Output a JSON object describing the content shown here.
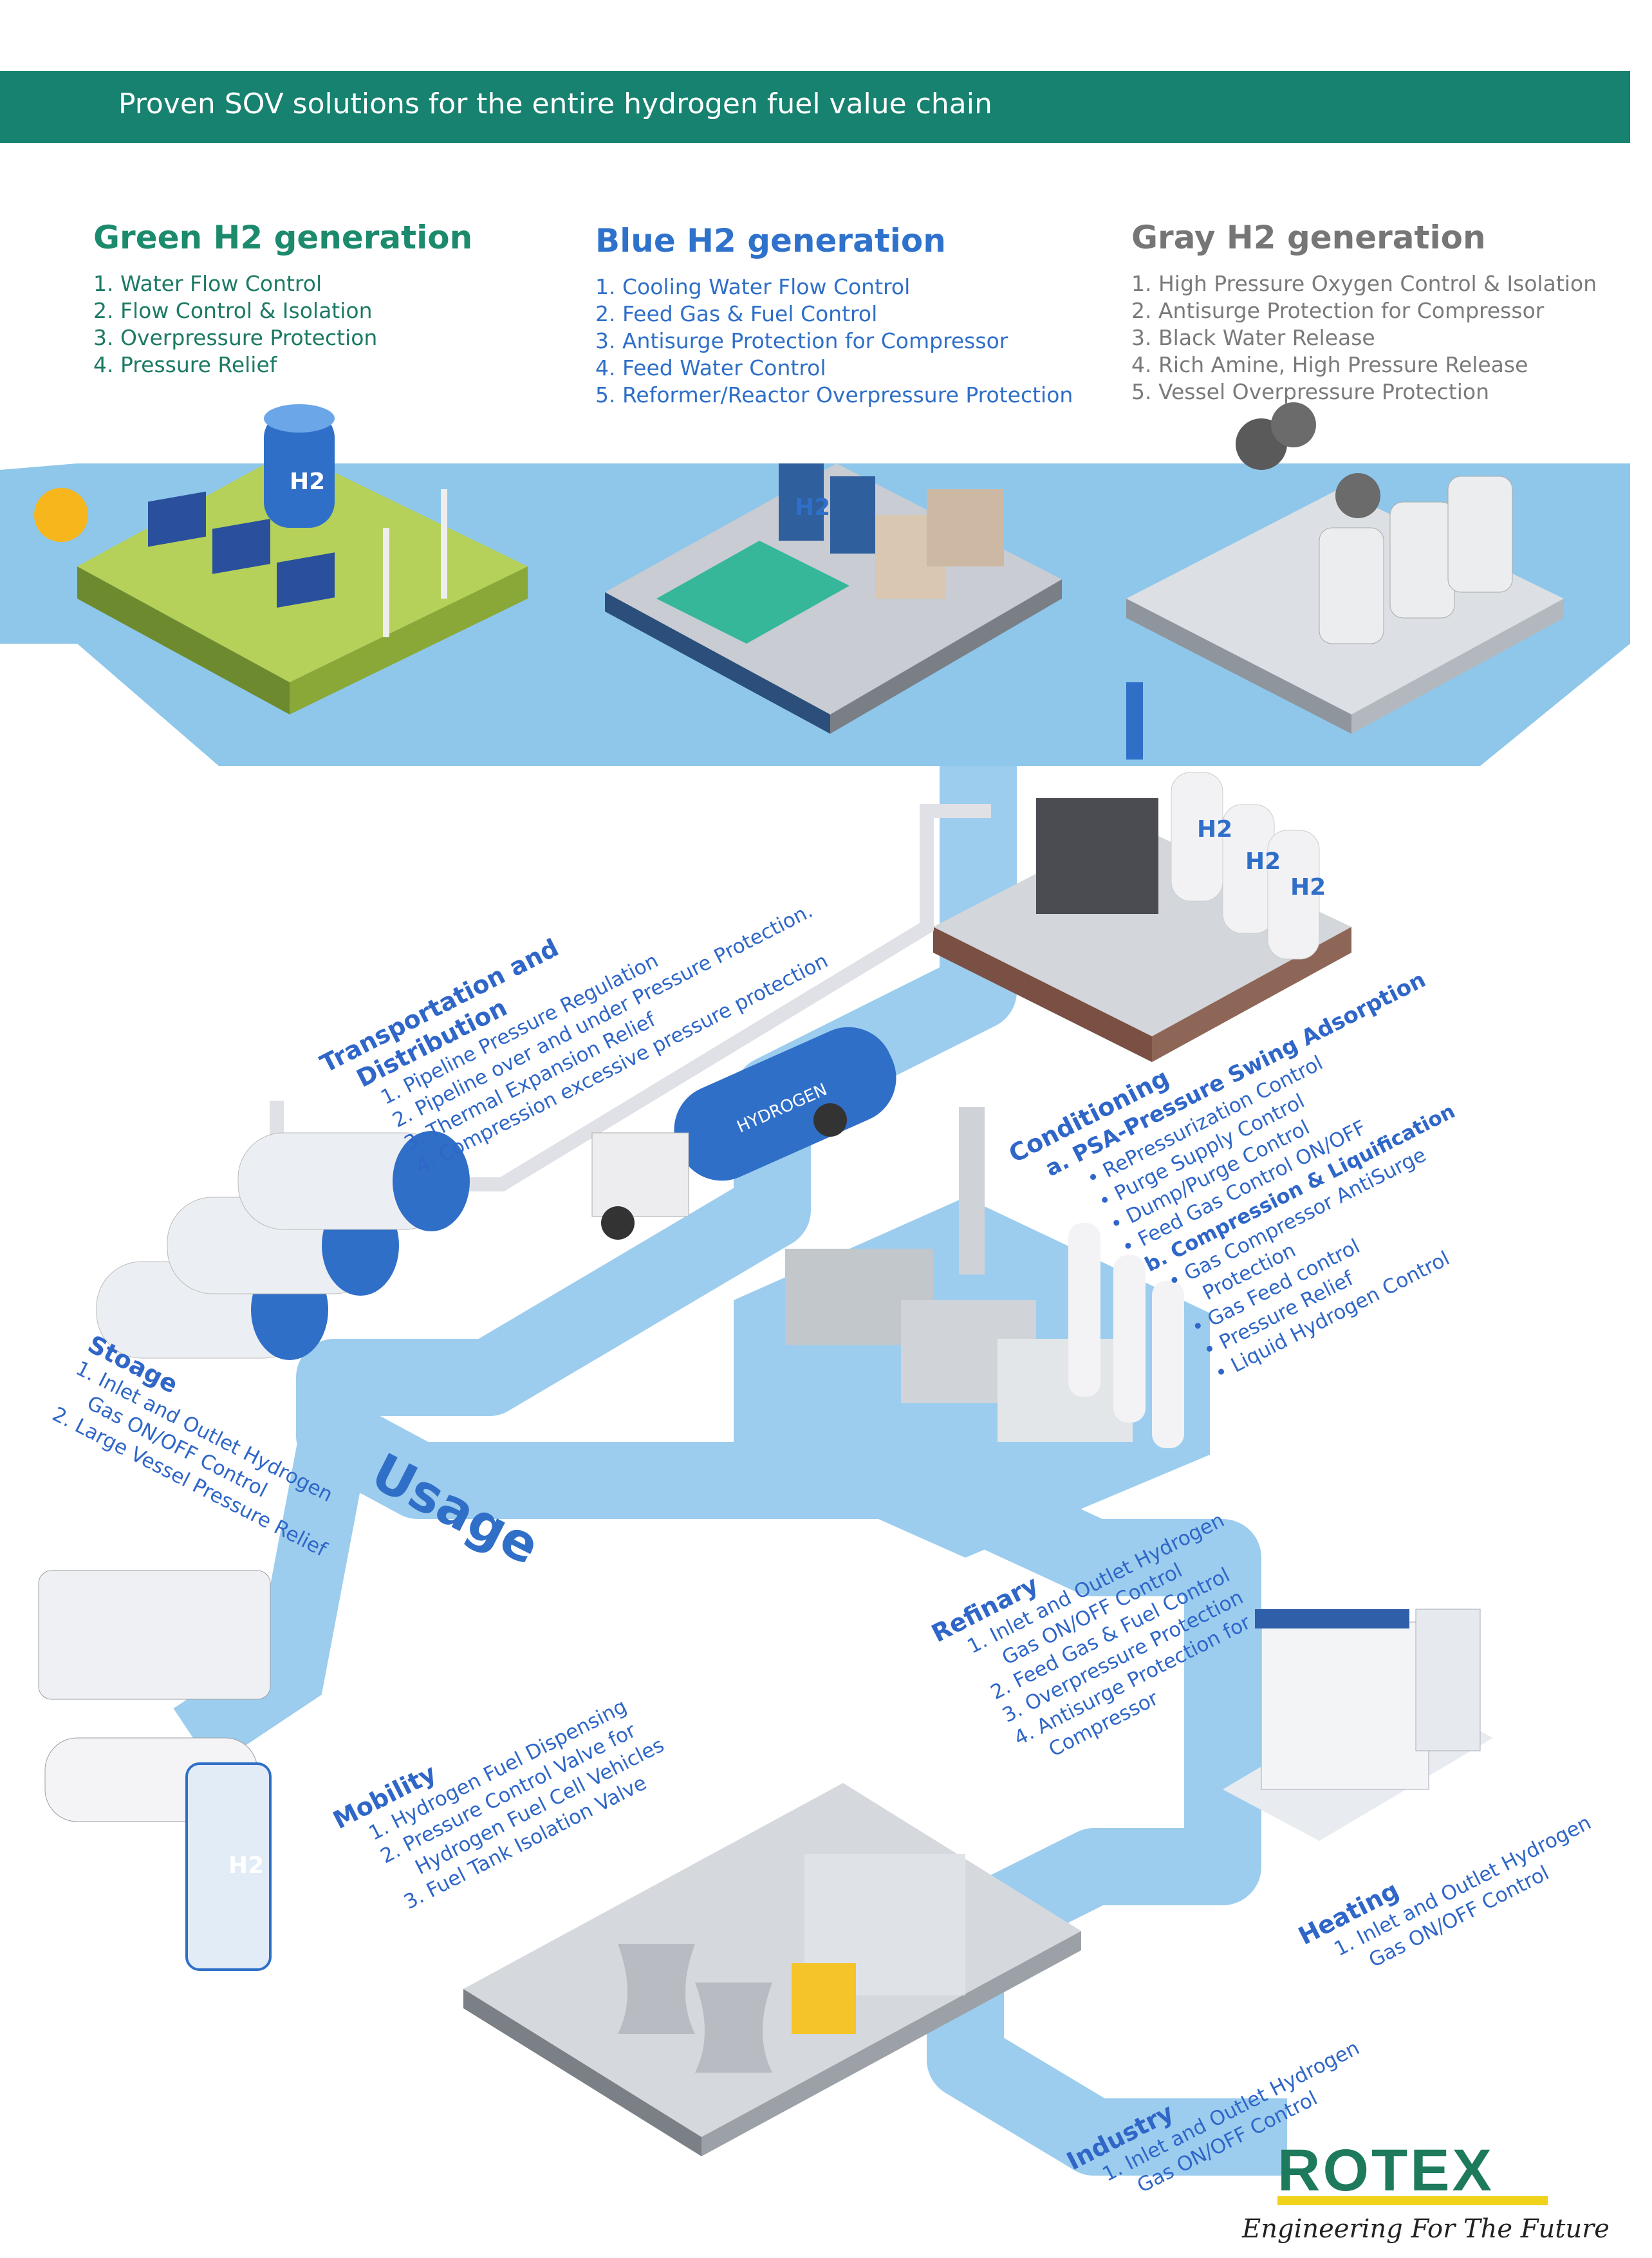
{
  "banner": {
    "title": "Proven SOV solutions for the entire hydrogen fuel value chain"
  },
  "green": {
    "title": "Green H2 generation",
    "items": [
      "1. Water Flow Control",
      "2. Flow Control & Isolation",
      "3. Overpressure Protection",
      "4. Pressure Relief"
    ]
  },
  "blue": {
    "title": "Blue H2 generation",
    "items": [
      "1. Cooling Water Flow Control",
      "2. Feed Gas & Fuel Control",
      "3. Antisurge Protection for Compressor",
      "4. Feed Water Control",
      "5. Reformer/Reactor Overpressure Protection"
    ]
  },
  "gray": {
    "title": "Gray H2 generation",
    "items": [
      "1. High Pressure Oxygen Control & Isolation",
      "2. Antisurge Protection for Compressor",
      "3. Black Water Release",
      "4. Rich Amine, High Pressure Release",
      "5. Vessel Overpressure Protection"
    ]
  },
  "transport": {
    "title1": "Transportation and",
    "title2": "Distribution",
    "items": [
      "1. Pipeline Pressure Regulation",
      "2. Pipeline over and under Pressure Protection.",
      "3. Thermal Expansion Relief",
      "4. Compression excessive pressure protection"
    ]
  },
  "conditioning": {
    "title": "Conditioning",
    "a": "a. PSA-Pressure Swing Adsorption",
    "a_items": [
      "• RePressurization Control",
      "• Purge Supply Control",
      "• Dump/Purge Control",
      "• Feed Gas Control ON/OFF"
    ],
    "b": "b. Compression & Liquification",
    "b_items": [
      "• Gas Compressor AntiSurge",
      "Protection",
      "• Gas Feed control",
      "• Pressure Relief",
      "• Liquid Hydrogen Control"
    ]
  },
  "storage": {
    "title": "Stoage",
    "items": [
      "1. Inlet and Outlet Hydrogen",
      "Gas ON/OFF Control",
      "2. Large Vessel Pressure Relief"
    ]
  },
  "usage": {
    "label": "Usage"
  },
  "refinary": {
    "title": "Refinary",
    "items": [
      "1. Inlet and Outlet Hydrogen",
      "Gas ON/OFF Control",
      "2. Feed Gas & Fuel Control",
      "3. Overpressure Protection",
      "4. Antisurge Protection for",
      "Compressor"
    ]
  },
  "mobility": {
    "title": "Mobility",
    "items": [
      "1. Hydrogen Fuel Dispensing",
      "2. Pressure Control Valve for",
      "Hydrogen Fuel Cell Vehicles",
      "3. Fuel Tank Isolation Valve"
    ]
  },
  "heating": {
    "title": "Heating",
    "items": [
      "1. Inlet and Outlet Hydrogen",
      "Gas ON/OFF Control"
    ]
  },
  "industry": {
    "title": "Industry",
    "items": [
      "1. Inlet and Outlet Hydrogen",
      "Gas ON/OFF Control"
    ]
  },
  "labels": {
    "h2": "H2",
    "hydrogen": "HYDROGEN"
  },
  "logo": {
    "name": "ROTEX",
    "tagline": "Engineering For The Future"
  },
  "colors": {
    "banner": "#17826f",
    "water": "#8ec7ea",
    "path": "#9ccdee",
    "text_blue": "#2f66c8",
    "logo_green": "#1d7a5c",
    "logo_yellow": "#f0d21a"
  }
}
